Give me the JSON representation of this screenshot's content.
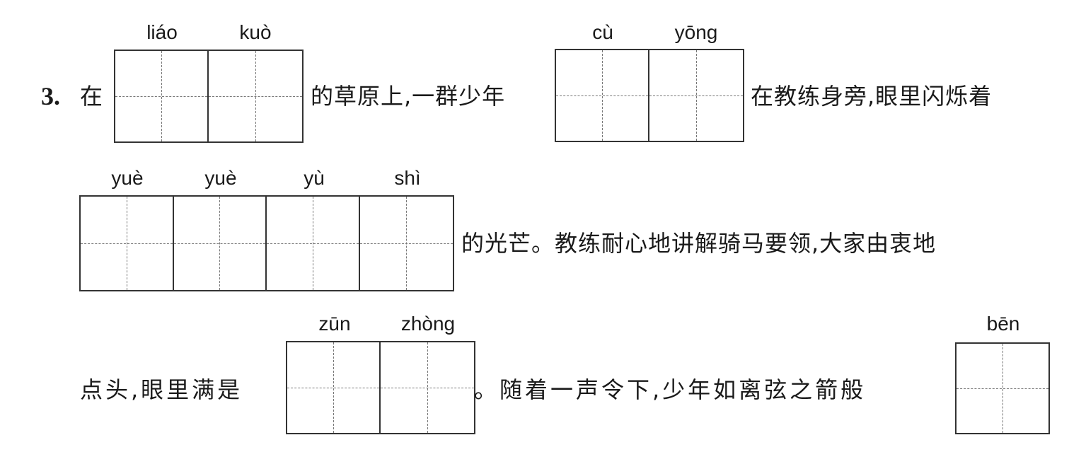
{
  "question": {
    "number": "3.",
    "line1": {
      "t1": "在",
      "blank1": {
        "pinyin": [
          "liáo",
          "kuò"
        ]
      },
      "t2": "的草原上,一群少年",
      "blank2": {
        "pinyin": [
          "cù",
          "yōng"
        ]
      },
      "t3": "在教练身旁,眼里闪烁着"
    },
    "line2": {
      "blank3": {
        "pinyin": [
          "yuè",
          "yuè",
          "yù",
          "shì"
        ]
      },
      "t4": "的光芒。教练耐心地讲解骑马要领,大家由衷地"
    },
    "line3": {
      "t5": "点头,眼里满是",
      "blank4": {
        "pinyin": [
          "zūn",
          "zhòng"
        ]
      },
      "t6": "。随着一声令下,少年如离弦之箭般",
      "blank5": {
        "pinyin": [
          "bēn"
        ]
      }
    }
  }
}
